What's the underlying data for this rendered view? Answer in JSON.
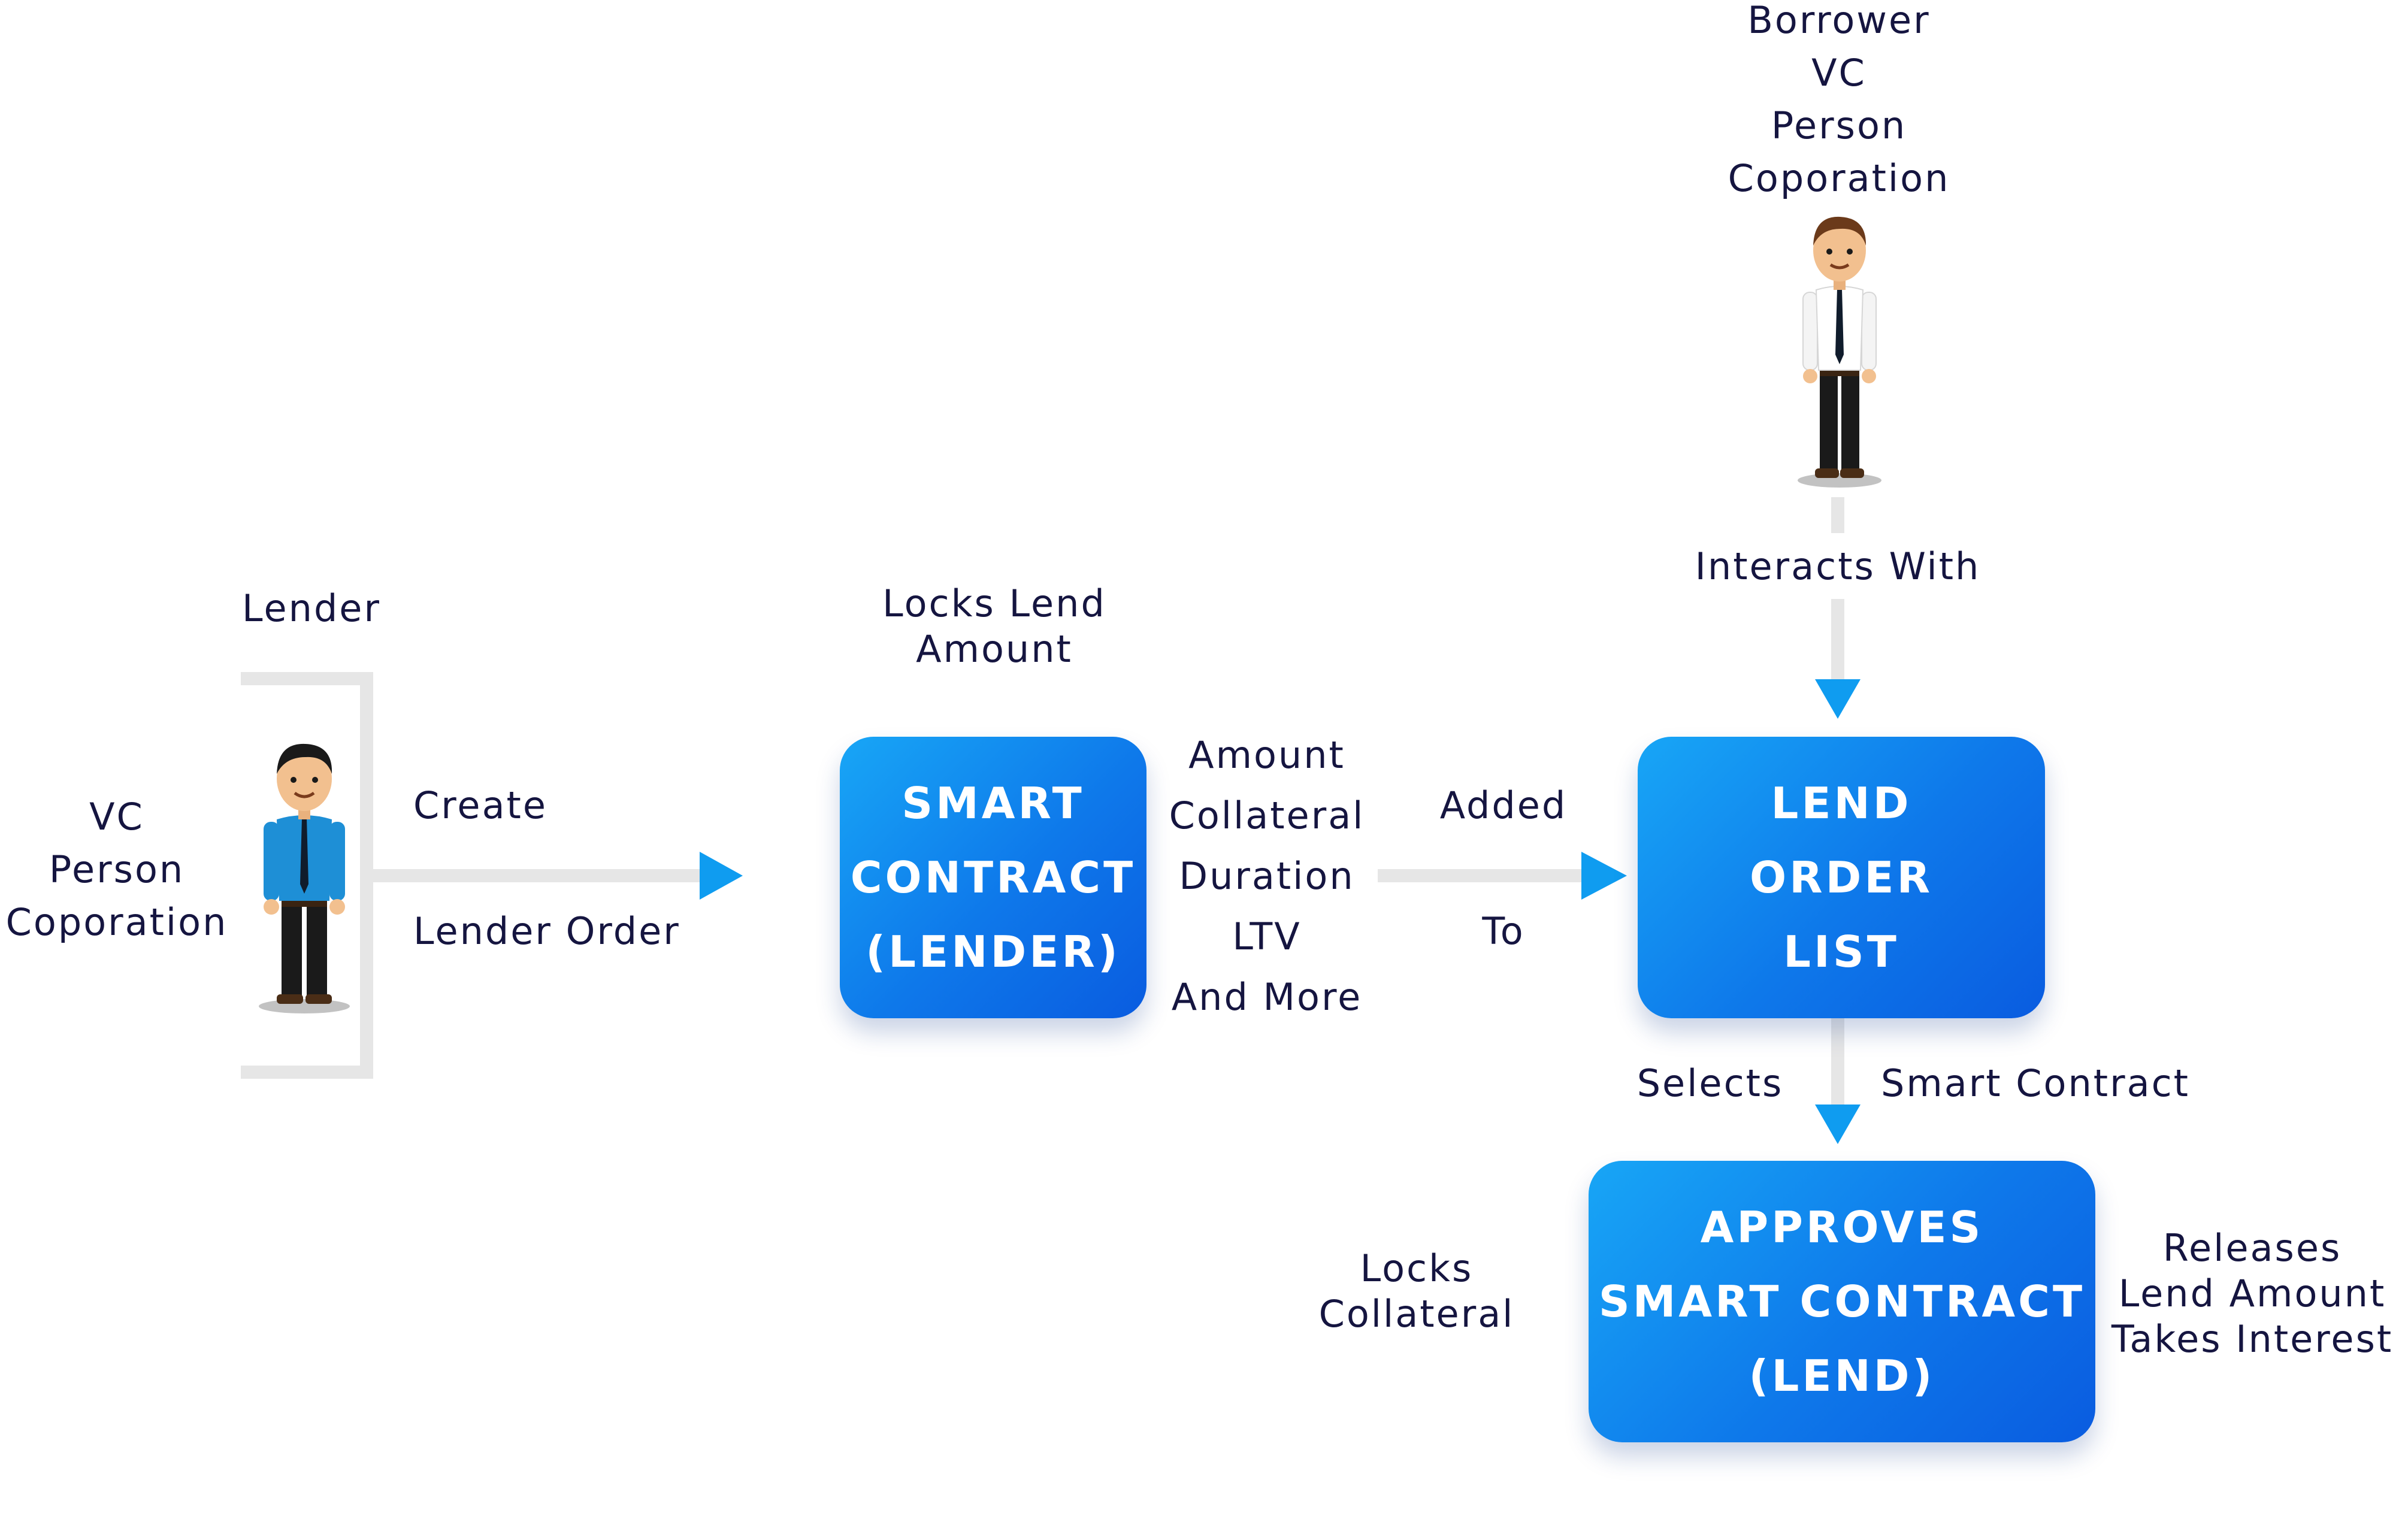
{
  "lender": {
    "title": "Lender",
    "types": [
      "VC",
      "Person",
      "Coporation"
    ]
  },
  "create_label": "Create",
  "lender_order_label": "Lender Order",
  "locks_lend_amount": [
    "Locks Lend",
    "Amount"
  ],
  "smart_contract_lender": [
    "SMART",
    "CONTRACT",
    "(LENDER)"
  ],
  "contract_params": [
    "Amount",
    "Collateral",
    "Duration",
    "LTV",
    "And More"
  ],
  "added_label": "Added",
  "to_label": "To",
  "borrower": {
    "types": [
      "Borrower",
      "VC",
      "Person",
      "Coporation"
    ]
  },
  "interacts_with_label": "Interacts With",
  "lend_order_list": [
    "LEND",
    "ORDER",
    "LIST"
  ],
  "selects_label": "Selects",
  "smart_contract_label": "Smart Contract",
  "approves_box": [
    "APPROVES",
    "SMART CONTRACT",
    "(LEND)"
  ],
  "locks_collateral": [
    "Locks",
    "Collateral"
  ],
  "releases": [
    "Releases",
    "Lend Amount",
    "Takes Interest"
  ],
  "colors": {
    "box_gradient_start": "#18a6f6",
    "box_gradient_end": "#0a5ce0",
    "arrow_head": "#0f9cf0",
    "connector": "#e6e6e6",
    "lender_shirt": "#1e8fd6",
    "borrower_shirt": "#ffffff"
  }
}
